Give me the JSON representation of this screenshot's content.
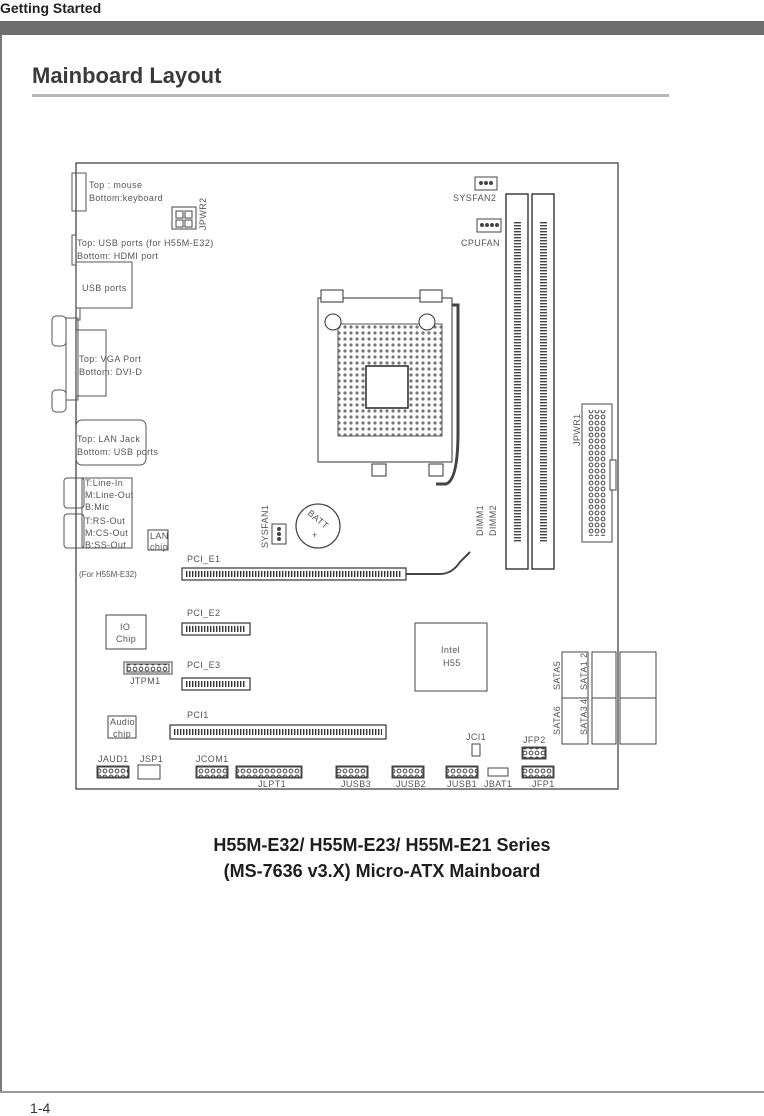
{
  "header": {
    "section_title": "Getting Started"
  },
  "page": {
    "heading": "Mainboard Layout",
    "page_number": "1-4"
  },
  "caption": {
    "line1": "H55M-E32/ H55M-E23/ H55M-E21 Series",
    "line2": "(MS-7636 v3.X) Micro-ATX Mainboard"
  },
  "labels": {
    "mouse_top": "Top : mouse",
    "keyboard_bottom": "Bottom:keyboard",
    "jpwr2": "JPWR2",
    "usb_top": "Top: USB ports (for H55M-E32)",
    "hdmi_bottom": "Bottom: HDMI port",
    "usb_ports": "USB ports",
    "vga_top": "Top: VGA Port",
    "dvi_bottom": "Bottom: DVI-D",
    "lan_top": "Top: LAN Jack",
    "lan_bottom": "Bottom: USB ports",
    "line_in": "T:Line-In",
    "line_out": "M:Line-Out",
    "mic": "B:Mic",
    "rs_out": "T:RS-Out",
    "cs_out": "M:CS-Out",
    "ss_out": "B:SS-Out",
    "h55m_e32_note": "(For H55M-E32)",
    "lan_chip_1": "LAN",
    "lan_chip_2": "chip",
    "sysfan1": "SYSFAN1",
    "batt": "BATT",
    "batt_plus": "+",
    "sysfan2": "SYSFAN2",
    "cpufan": "CPUFAN",
    "jpwr1": "JPWR1",
    "dimm1": "DIMM1",
    "dimm2": "DIMM2",
    "pci_e1": "PCI_E1",
    "pci_e2": "PCI_E2",
    "pci_e3": "PCI_E3",
    "pci1": "PCI1",
    "io_chip_1": "IO",
    "io_chip_2": "Chip",
    "jtpm1": "JTPM1",
    "intel": "Intel",
    "h55": "H55",
    "sata5": "SATA5",
    "sata1": "SATA1",
    "sata2": "2",
    "sata6": "SATA6",
    "sata3": "SATA3",
    "sata4": "4",
    "audio_chip_1": "Audio",
    "audio_chip_2": "chip",
    "jaud1": "JAUD1",
    "jsp1": "JSP1",
    "jcom1": "JCOM1",
    "jlpt1": "JLPT1",
    "jusb3": "JUSB3",
    "jusb2": "JUSB2",
    "jusb1": "JUSB1",
    "jbat1": "JBAT1",
    "jci1": "JCI1",
    "jfp2": "JFP2",
    "jfp1": "JFP1"
  }
}
